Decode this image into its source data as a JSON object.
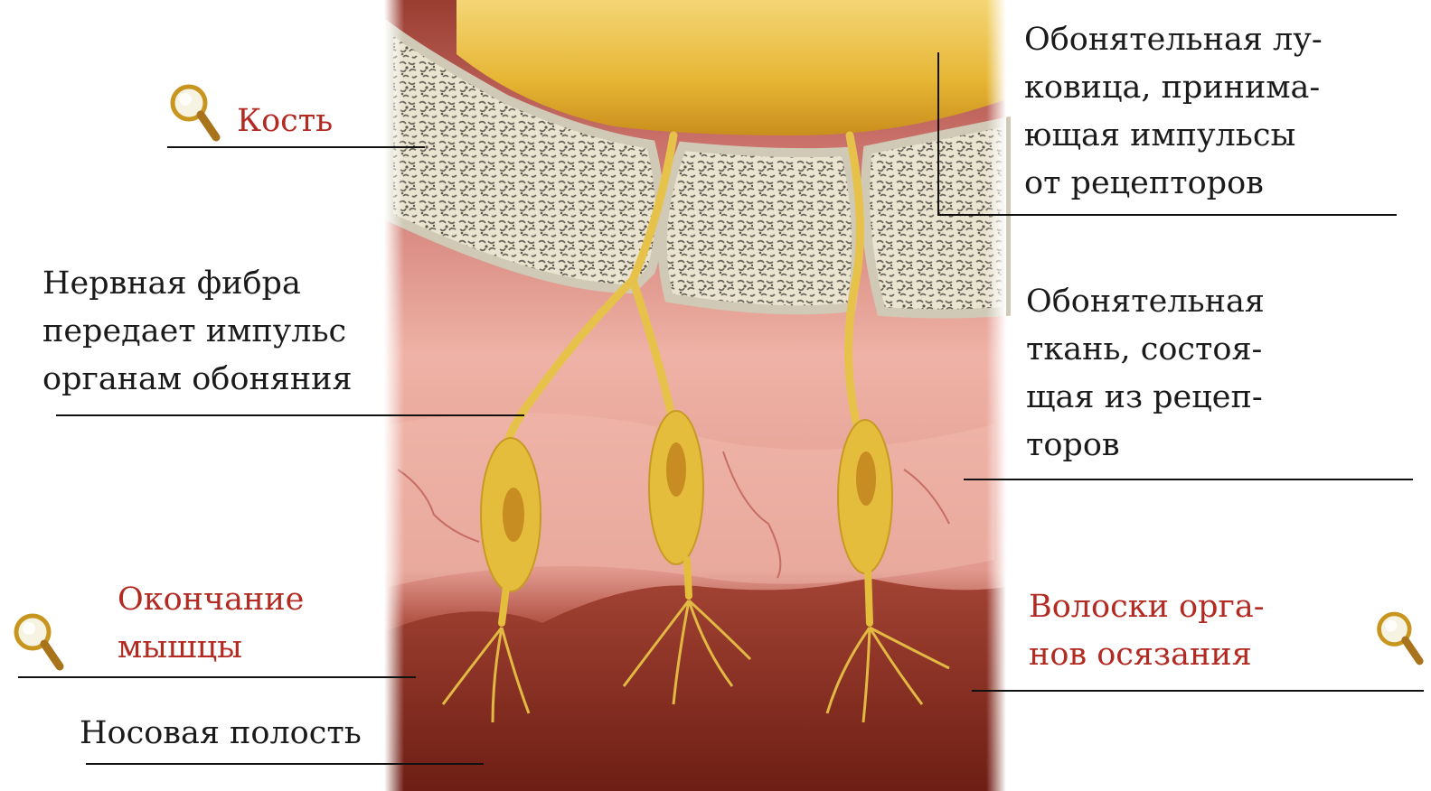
{
  "labels": {
    "bone": "Кость",
    "bulb": "Обонятельная лу-\nковица, принима-\nющая импульсы\nот рецепторов",
    "fiber": "Нервная фибра\nпередает импульс\nорганам обоняния",
    "tissue": "Обонятельная\nткань, состоя-\nщая из рецеп-\nторов",
    "muscle_end": "Окончание\nмышцы",
    "hairs": "Волоски орга-\nнов осязания",
    "cavity": "Носовая полость"
  },
  "colors": {
    "link_red": "#b22a22",
    "bone": "#e6e0cc",
    "bulb": "#e9b93a",
    "nerve": "#e7c24a",
    "tissue": "#e29c92",
    "cavity": "#8c2e22"
  },
  "icons": {
    "magnifier": "magnifier-icon"
  }
}
